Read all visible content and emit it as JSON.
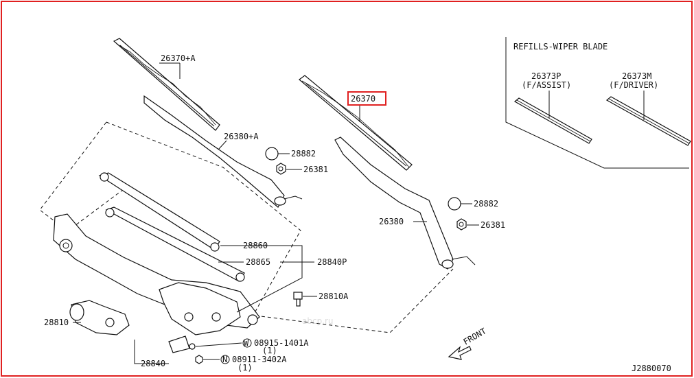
{
  "diagram": {
    "frame_color": "#e02020",
    "highlight_color": "#e02020",
    "watermark": "abcp.ru",
    "drawing_code": "J2880070",
    "refills_title": "REFILLS-WIPER BLADE",
    "labels": {
      "p26370A": "26370+A",
      "p26380A": "26380+A",
      "p28882a": "28882",
      "p26381a": "26381",
      "p26370": "26370",
      "p28882b": "28882",
      "p26380": "26380",
      "p26381b": "26381",
      "p28860": "28860",
      "p28865": "28865",
      "p28840P": "28840P",
      "p28810A": "28810A",
      "p28810": "28810",
      "p28840": "28840",
      "p26373P": "26373P",
      "fassist": "(F/ASSIST)",
      "p26373M": "26373M",
      "fdriver": "(F/DRIVER)",
      "bolt1": "08915-1401A",
      "bolt1_qty": "(1)",
      "bolt2": "08911-3402A",
      "bolt2_qty": "(1)",
      "w_mark": "W",
      "n_mark": "N",
      "front": "FRONT"
    }
  }
}
